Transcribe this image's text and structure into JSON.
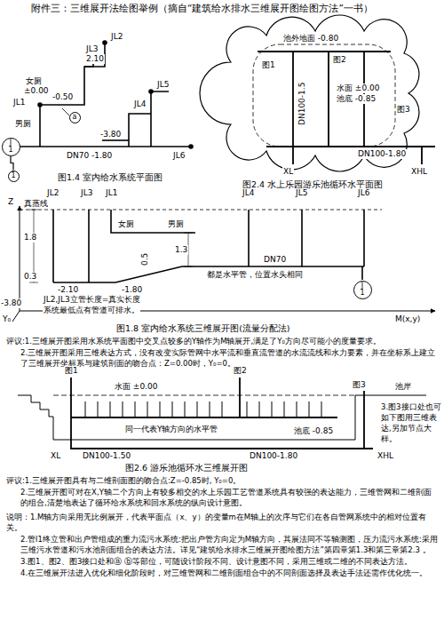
{
  "diagram": {
    "title": "附件三：三维展开法绘图举例（摘自“建筑给水排水三维展开图绘图方法”一书）",
    "nodes": [
      {
        "text": [
          "J",
          "1"
        ]
      },
      {
        "text": [
          "1"
        ]
      },
      {
        "text": [
          "a"
        ]
      },
      {
        "text": [
          "J",
          "1"
        ]
      }
    ],
    "edges": [
      {
        "from": 0,
        "to": 1,
        "arrow": "none"
      }
    ],
    "labels": [
      "JL3",
      "2.10",
      "JL2",
      "女厕",
      "±0.00",
      "-0.50",
      "JL1",
      "男厕",
      "JL5",
      "JL4",
      "-3.80",
      "DN70  -1.80",
      "JL6",
      "图1.4   室内给水系统平面图",
      "池外地面 -0.80",
      "图2",
      "图1",
      "水面 ±0.00",
      "池底 -0.85",
      "DN100-1.5",
      "图3",
      "DN100-1.80",
      "XL",
      "XHL",
      "图2.4  水上乐园游乐池循环水平面图",
      "Z",
      "真蒸线",
      "JL2",
      "JL3",
      "JL1",
      "女厕",
      "男厕",
      "JL4",
      "JL5",
      "JL6",
      "1.8",
      "0.5",
      "1.3",
      "0.3",
      "-2.10",
      "-1.80",
      "DN70",
      "都是水平管，位置水头相同",
      "JL2,JL3立管长度=真实长度",
      "系统最低点有管道可排水。",
      "-3.80",
      "Y₀",
      "M(x,y)",
      "图1.8   室内给水系统三维展开图(流量分配法)",
      "评议:1.三维展开图采用水系统平面图中交叉点较多的Y轴作为M轴展开,满足了Y₀方向尽可能小的度量要求。",
      "2.三维展开图采用三维表达方式，没有改变实际管网中水平流和垂直流管道的水流流线和水力要素，并在坐标系上建立了三维展开坐标系与建筑剖面的吻合点：Z=0.00时，Y₀=0。",
      "图1",
      "水面 ±0.00",
      "图2",
      "池岸",
      "图3",
      "池底 -0.85",
      "同一代表Y轴方向的水平管",
      "DN100-1.50",
      "DN100-1.80",
      "XL",
      "XHL",
      "3.图3接口处也可如下图用三维表达,另加节点大样。",
      "图2.6   游乐池循环水三维展开图",
      "评议:1.三维展开图具有与二维剖面图的吻合点:Z=-0.85时, Y₀=0。",
      "2.三维展开图可对在X,Y轴二个方向上有较多相交的水上乐园工艺管道系统具有较强的表达能力，三维管网和二维剖面的组合,清楚地表达了循环给水系统和回水系统的纵向设计意图。",
      "说明：1.M轴方向采用无比例展开，代表平面点（x、y）的变量m在M轴上的次序与它们在各自管网系统中的相对位置有关。",
      "2.管l1终立管和出户管组成的重力流污水系统:把出户管方向定为M轴方向，其展法同不等轴测图，压力流污水系统:采用三维污水管道和污水池剖面组合的表达方法。详见“建筑给水排水三维展开图绘图方法”第四章第1.3和第三章第2.3 。",
      "3.图1、图2、图3接口处和ⓐ ⓑ等部位，可随设计阶段不同、设计意图不同，采用三维或二维的不同表达方法。",
      "4.在三维展开法进入优化和细化阶段时，对三维管网和二维剖面组合中的不同剖面选择及表达手法还需作优化统一。"
    ]
  }
}
